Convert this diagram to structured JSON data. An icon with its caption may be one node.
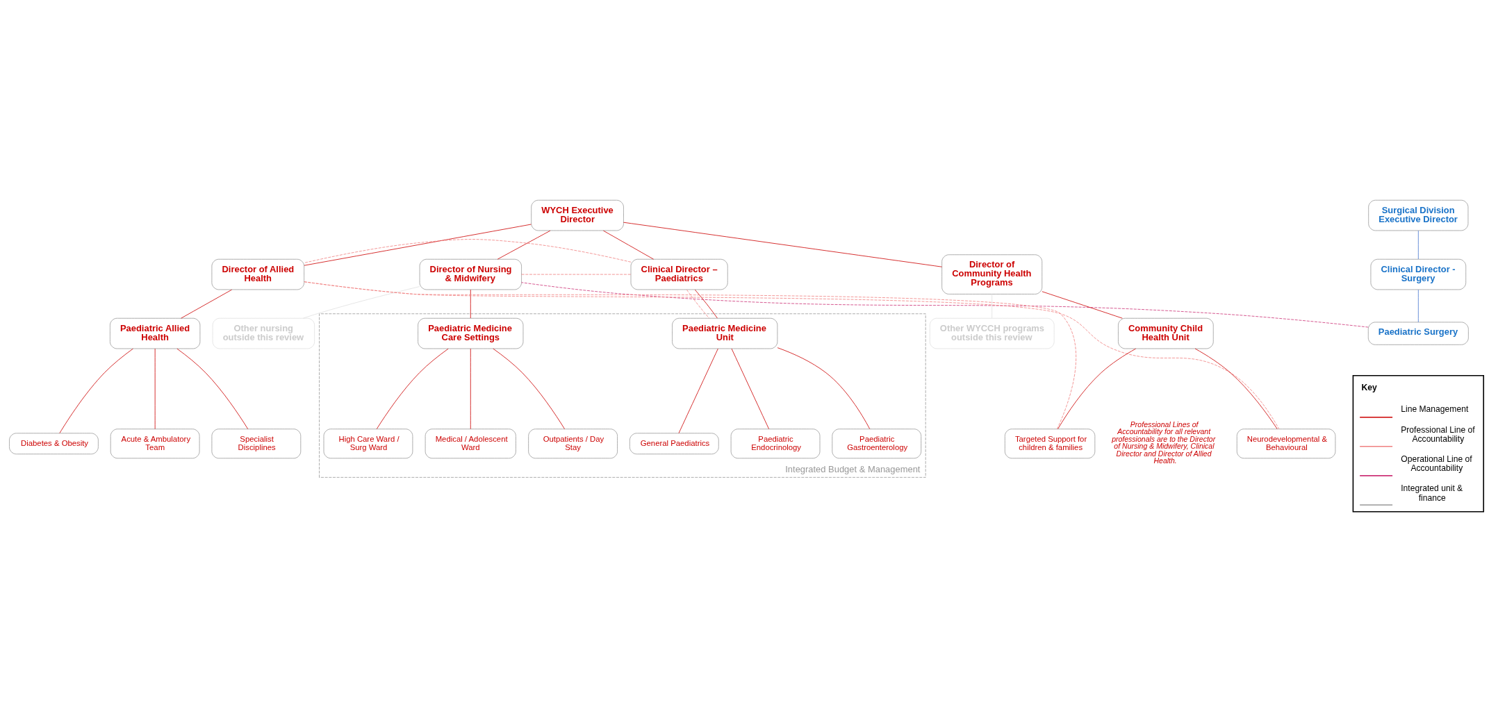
{
  "diagram": {
    "nodes": [
      {
        "text": [
          "WYCH Executive Director"
        ]
      },
      {
        "text": [
          "Surgical Division Executive Director"
        ]
      },
      {
        "text": [
          "Clinical Director - Surgery"
        ]
      },
      {
        "text": [
          "Paediatric Surgery"
        ]
      },
      {
        "text": [
          "Director of Nursing & Midwifery"
        ]
      },
      {
        "text": [
          "Clinical Director – Paediatrics"
        ]
      },
      {
        "text": [
          "Director of Allied Health"
        ]
      },
      {
        "text": [
          "Director of Community Health Programs"
        ]
      },
      {
        "text": [
          "Integrated Budget & Management"
        ]
      },
      {
        "text": [
          "Paediatric Medicine Care Settings"
        ],
        "in": 8
      },
      {
        "text": [
          "High Care Ward / Surg Ward"
        ],
        "in": 8
      },
      {
        "text": [
          "Medical / Adolescent Ward"
        ],
        "in": 8
      },
      {
        "text": [
          "Outpatients / Day Stay"
        ],
        "in": 8
      },
      {
        "text": [
          "Paediatric Medicine Unit"
        ],
        "in": 8
      },
      {
        "text": [
          "General Paediatrics"
        ],
        "in": 8
      },
      {
        "text": [
          "Paediatric Endocrinology"
        ],
        "in": 8
      },
      {
        "text": [
          "Paediatric Gastroenterology"
        ],
        "in": 8
      },
      {
        "text": [
          "Paediatric Allied Health"
        ]
      },
      {
        "text": [
          "Diabetes & Obesity"
        ]
      },
      {
        "text": [
          "Acute & Ambulatory Team"
        ]
      },
      {
        "text": [
          "Specialist Disciplines"
        ]
      },
      {
        "text": [
          "Community Child Health Unit"
        ]
      },
      {
        "text": [
          "Neurodevelopmental & Behavioural"
        ]
      },
      {
        "text": [
          "Targeted Support for children & families"
        ]
      },
      {
        "text": [
          "Other nursing outside this review"
        ]
      },
      {
        "text": [
          "Other WYCCH programs outside this review"
        ]
      }
    ],
    "edges": [
      {
        "from": 0,
        "to": 4,
        "arrow": "none"
      },
      {
        "from": 0,
        "to": 5,
        "arrow": "none"
      },
      {
        "from": 0,
        "to": 6,
        "arrow": "none"
      },
      {
        "from": 0,
        "to": 7,
        "arrow": "none"
      },
      {
        "from": 1,
        "to": 2,
        "arrow": "none",
        "color": "#4a78d0"
      },
      {
        "from": 2,
        "to": 3,
        "arrow": "none",
        "color": "#4a78d0"
      },
      {
        "from": 3,
        "to": 4,
        "arrow": "none",
        "style": "dashed",
        "color": "#cc3377"
      },
      {
        "from": 4,
        "to": 5,
        "arrow": "none",
        "style": "dashed",
        "color": "#f08080"
      },
      {
        "from": 5,
        "to": 6,
        "arrow": "none",
        "style": "dashed",
        "color": "#f08080"
      },
      {
        "from": 5,
        "to": 13,
        "arrow": "none",
        "style": "dashed",
        "color": "#f08080"
      },
      {
        "from": 6,
        "to": 22,
        "arrow": "none",
        "style": "dashed",
        "color": "#f08080"
      },
      {
        "from": 6,
        "to": 23,
        "arrow": "none",
        "style": "dashed",
        "color": "#f08080"
      },
      {
        "from": 4,
        "to": 9,
        "arrow": "none"
      },
      {
        "from": 9,
        "to": 10,
        "arrow": "none"
      },
      {
        "from": 9,
        "to": 11,
        "arrow": "none"
      },
      {
        "from": 9,
        "to": 12,
        "arrow": "none"
      },
      {
        "from": 5,
        "to": 13,
        "arrow": "none"
      },
      {
        "from": 13,
        "to": 14,
        "arrow": "none"
      },
      {
        "from": 13,
        "to": 15,
        "arrow": "none"
      },
      {
        "from": 13,
        "to": 16,
        "arrow": "none"
      },
      {
        "from": 6,
        "to": 17,
        "arrow": "none"
      },
      {
        "from": 17,
        "to": 18,
        "arrow": "none"
      },
      {
        "from": 17,
        "to": 19,
        "arrow": "none"
      },
      {
        "from": 17,
        "to": 20,
        "arrow": "none"
      },
      {
        "from": 7,
        "to": 21,
        "arrow": "none"
      },
      {
        "from": 21,
        "to": 22,
        "arrow": "none"
      },
      {
        "from": 21,
        "to": 23,
        "arrow": "none"
      },
      {
        "from": 4,
        "to": 24,
        "arrow": "none",
        "color": "#e0e0e0"
      },
      {
        "from": 7,
        "to": 25,
        "arrow": "none",
        "color": "#e0e0e0"
      }
    ],
    "labels": [
      "Key",
      "Professional Lines of Accountability for all relevant professionals are to the Director of Nursing & Midwifery, Clinical Director and Director of Allied Health."
    ],
    "legend": [
      {
        "text": "Line Management"
      },
      {
        "text": "Professional Line of Accountability"
      },
      {
        "text": "Operational Line of Accountability"
      },
      {
        "text": "Integrated unit & finance"
      }
    ]
  }
}
